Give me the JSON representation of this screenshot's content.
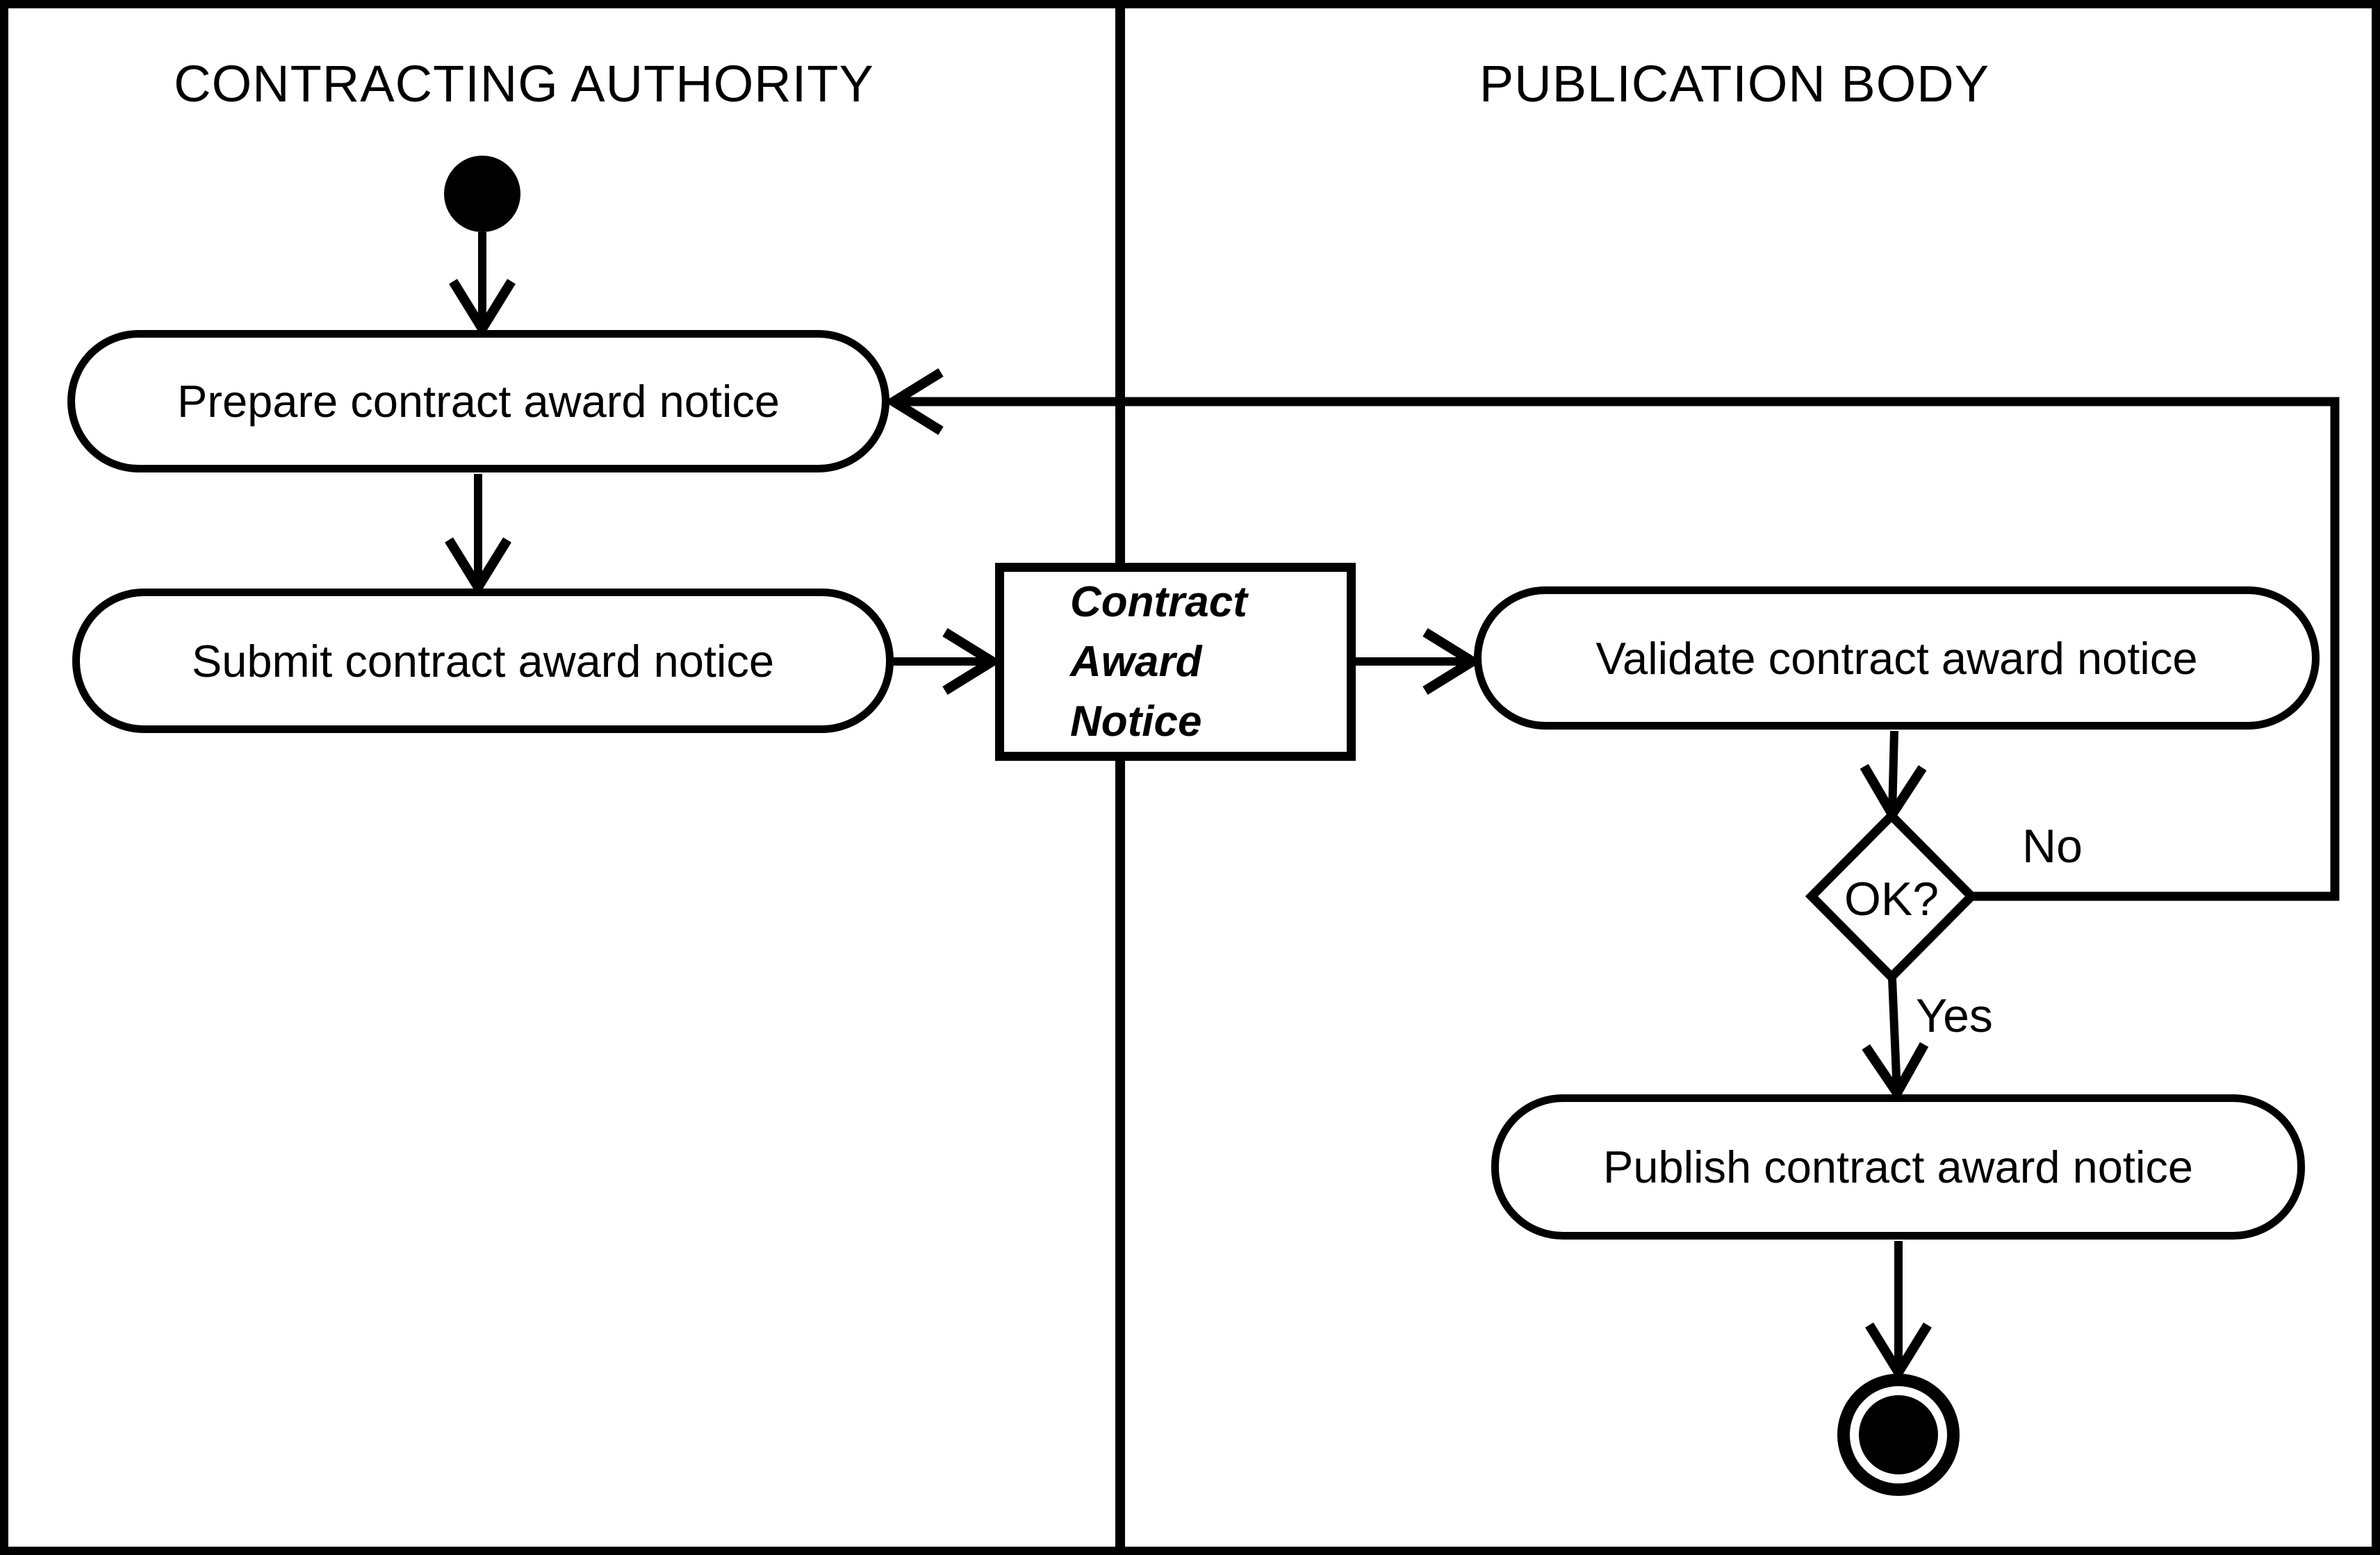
{
  "diagram_type": "uml-activity-swimlane",
  "colors": {
    "ink": "#000000",
    "background": "#ffffff"
  },
  "lanes": [
    {
      "title": "CONTRACTING AUTHORITY"
    },
    {
      "title": "PUBLICATION BODY"
    }
  ],
  "nodes": {
    "start": "start-node",
    "prepare": "Prepare contract award notice",
    "submit": "Submit contract award notice",
    "object_node": {
      "lines": [
        "Contract",
        "Award",
        "Notice"
      ]
    },
    "validate": "Validate contract award notice",
    "decision": "OK?",
    "publish": "Publish contract award notice",
    "end": "final-node"
  },
  "edge_labels": {
    "no": "No",
    "yes": "Yes"
  },
  "flow": [
    "start -> prepare",
    "prepare -> submit",
    "submit -> object_node",
    "object_node -> validate",
    "validate -> decision",
    "decision -No-> prepare",
    "decision -Yes-> publish",
    "publish -> end"
  ]
}
